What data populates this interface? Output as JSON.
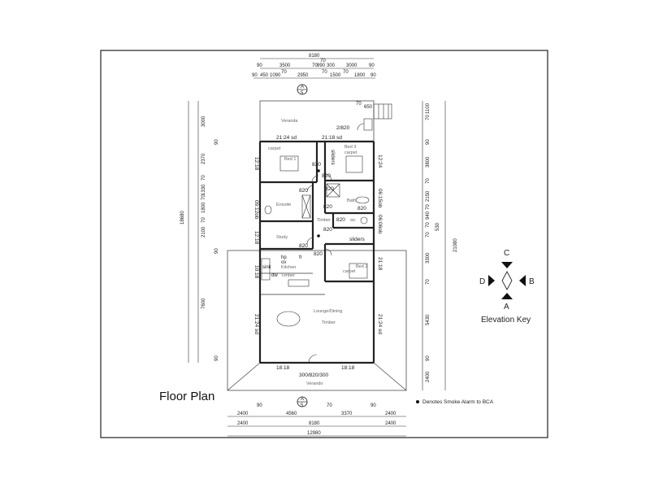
{
  "title": "Floor Plan",
  "legend": "Denotes Smoke Alarm to BCA",
  "elevation_key": {
    "label": "Elevation Key",
    "north": "C",
    "south": "A",
    "west": "D",
    "east": "B"
  },
  "section_markers": {
    "top_letter": "A",
    "top_number": "5",
    "bottom_letter": "A",
    "bottom_number": "5"
  },
  "rooms": {
    "veranda_top": "Veranda",
    "veranda_bottom": "Verando",
    "bed1": "Bed 1",
    "bed1_floor": "carpet",
    "bed3": "Bed 3",
    "bed3_floor": "carpet",
    "ensuite": "Ensuite",
    "bath": "Bath",
    "wc": "wc",
    "study": "Study",
    "timber": "Timber",
    "kitchen": "Kitchen",
    "kitchen_floor": "Timber",
    "bed2": "Bed 2",
    "bed2_floor": "carpet",
    "lounge": "Lounge/Dining",
    "lounge_floor": "Timber",
    "sliders_1": "sliders",
    "sliders_2": "sliders",
    "sink": "sink",
    "hp": "hp",
    "fr": "fr",
    "ov": "ov",
    "dw": "dw"
  },
  "windows": {
    "w_top_left": "21:24 sd",
    "w_top_right": "21:18 sd",
    "w_bed1_left": "12:18",
    "w_ensuite": "09:12ob",
    "w_study": "12:18",
    "w_kitchen": "10:18",
    "w_lounge_left": "21:24 sd",
    "w_bed3_right": "12:24",
    "w_bath_right": "06:15ob",
    "w_wc_right": "06:06ob",
    "w_bed2_right": "21:18",
    "w_lounge_right": "21:24 sd",
    "w_bottom_left": "18:18",
    "w_bottom_right": "18:18",
    "door_front": "300/820/300",
    "door_veranda": "2/820",
    "door_step": "650",
    "step_70": "70"
  },
  "doors": {
    "d1": "820",
    "d2": "820",
    "d3": "820",
    "d4": "820",
    "d5": "820",
    "d6": "820",
    "d7": "820",
    "d8": "820",
    "d9": "820",
    "d10": "820"
  },
  "top_dims": {
    "overall": "8180",
    "row1": [
      "90",
      "3500",
      "70",
      "990",
      "300",
      "3000",
      "90"
    ],
    "row1_extra": "70",
    "row2": [
      "90",
      "450",
      "1090",
      "70",
      "2950",
      "70",
      "1500",
      "70",
      "1800",
      "90"
    ]
  },
  "left_dims": {
    "overall": "18680",
    "row_outer": [
      "3000",
      "90",
      "2370",
      "70",
      "1330",
      "70",
      "1800",
      "70",
      "2100",
      "90",
      "7600",
      "90"
    ]
  },
  "right_dims": {
    "overall": "21080",
    "row_inner": [
      "1100",
      "70",
      "90",
      "3800",
      "70",
      "2150",
      "70",
      "940",
      "70",
      "530",
      "70",
      "3300",
      "70",
      "5430",
      "90",
      "2400"
    ]
  },
  "bottom_dims": {
    "row1": [
      "2400",
      "90",
      "4560",
      "70",
      "3370",
      "90",
      "2400"
    ],
    "row2": [
      "2400",
      "8180",
      "2400"
    ],
    "overall": "12980"
  }
}
